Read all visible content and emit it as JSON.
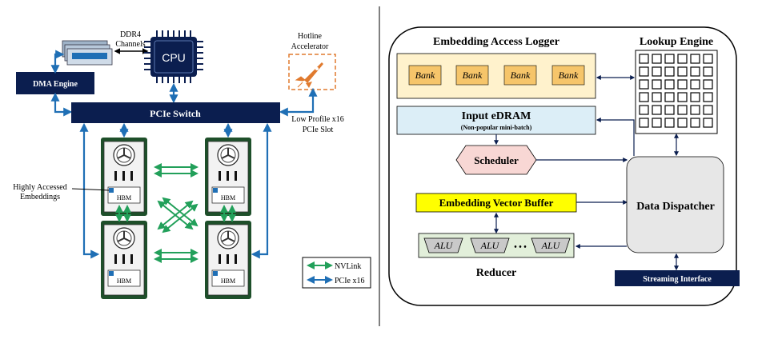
{
  "left": {
    "ddr4_label": "DDR4",
    "channels_label": "Channels",
    "cpu_label": "CPU",
    "hotline_label": "Hotline",
    "accelerator_label": "Accelerator",
    "dma_label": "DMA Engine",
    "pcie_switch_label": "PCIe Switch",
    "slot_line1": "Low Profile x16",
    "slot_line2": "PCIe Slot",
    "highly_line1": "Highly Accessed",
    "highly_line2": "Embeddings",
    "hbm_label": "HBM",
    "legend": {
      "nvlink": "NVLink",
      "pcie": "PCIe x16"
    }
  },
  "right": {
    "logger_title": "Embedding Access Logger",
    "bank_label": "Bank",
    "lookup_title": "Lookup Engine",
    "edram_title": "Input eDRAM",
    "edram_sub": "(Non-popular mini-batch)",
    "scheduler_label": "Scheduler",
    "buffer_label": "Embedding Vector Buffer",
    "alu_label": "ALU",
    "ellipsis": "• • •",
    "reducer_label": "Reducer",
    "dispatcher_label": "Data Dispatcher",
    "streaming_label": "Streaming Interface"
  },
  "colors": {
    "navy": "#0b1e4f",
    "pcie_blue": "#1f6fb5",
    "nvlink_green": "#22a05a",
    "logger_fill": "#fff2cc",
    "edram_fill": "#dceef7",
    "buffer_fill": "#ffff00",
    "reducer_fill": "#e2efda",
    "scheduler_fill": "#f8d7d4",
    "dispatcher_fill": "#e7e7e7",
    "accel_orange": "#e07a2e"
  }
}
